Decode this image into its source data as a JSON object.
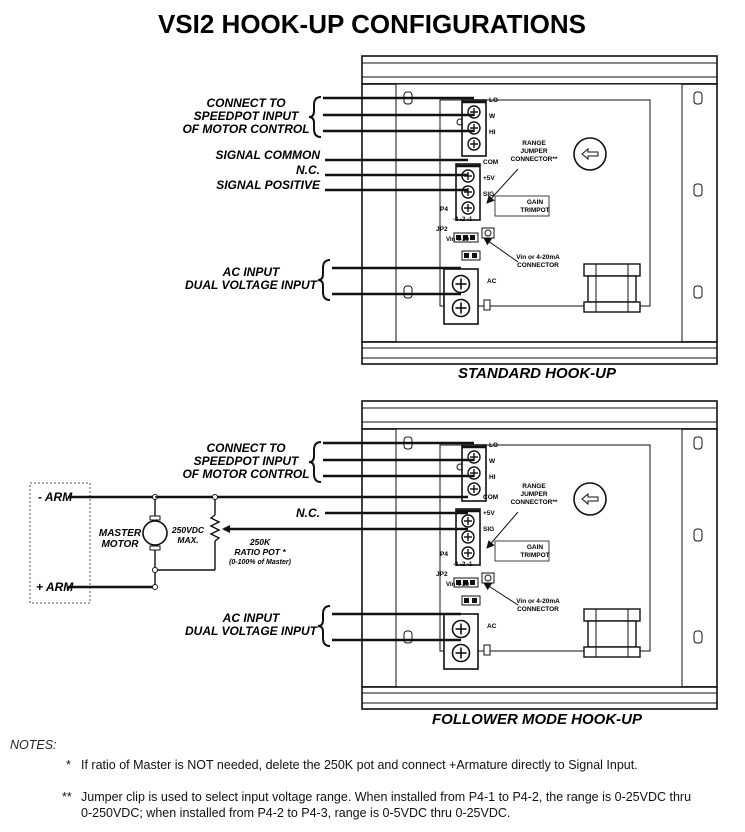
{
  "title": "VSI2 HOOK-UP CONFIGURATIONS",
  "standard": {
    "caption": "STANDARD HOOK-UP",
    "connect_label": [
      "CONNECT TO",
      "SPEEDPOT INPUT",
      "OF MOTOR CONTROL"
    ],
    "signal_common": "SIGNAL COMMON",
    "nc": "N.C.",
    "signal_positive": "SIGNAL POSITIVE",
    "ac_label": [
      "AC INPUT",
      "DUAL VOLTAGE INPUT"
    ]
  },
  "follower": {
    "caption": "FOLLOWER MODE HOOK-UP",
    "connect_label": [
      "CONNECT TO",
      "SPEEDPOT INPUT",
      "OF MOTOR CONTROL"
    ],
    "nc": "N.C.",
    "ac_label": [
      "AC INPUT",
      "DUAL VOLTAGE INPUT"
    ],
    "minus_arm": "- ARM",
    "plus_arm": "+ ARM",
    "master_motor": [
      "MASTER",
      "MOTOR"
    ],
    "max_voltage": [
      "250VDC",
      "MAX."
    ],
    "ratio_pot": [
      "250K",
      "RATIO POT *",
      "(0-100% of Master)"
    ]
  },
  "board": {
    "terminals_top": [
      "LO",
      "W",
      "HI"
    ],
    "terminals_mid": [
      "COM",
      "+5V",
      "SIG"
    ],
    "terminal_ac": "AC",
    "range_jumper": [
      "RANGE",
      "JUMPER",
      "CONNECTOR**"
    ],
    "gain_trimpot": [
      "GAIN",
      "TRIMPOT"
    ],
    "p4_label": "P4",
    "p4_pins": "-3 -2 -1",
    "jp2_label": "JP2",
    "jp2_pins": "Vin  4-20",
    "vin_connector": [
      "Vin or 4-20mA",
      "CONNECTOR"
    ]
  },
  "notes": {
    "title": "NOTES:",
    "note1_mark": "*",
    "note1": "If ratio of Master is NOT needed, delete the 250K pot and connect +Armature directly to Signal Input.",
    "note2_mark": "**",
    "note2_line1": "Jumper clip is used to select input voltage range. When installed from P4-1 to P4-2, the range is 0-25VDC thru",
    "note2_line2": "0-250VDC; when installed from P4-2 to P4-3, range is 0-5VDC thru 0-25VDC."
  }
}
